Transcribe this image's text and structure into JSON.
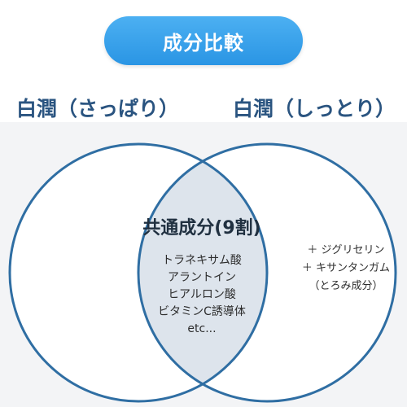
{
  "header": {
    "title": "成分比較"
  },
  "sets": {
    "left": {
      "label": "白潤（さっぱり）"
    },
    "right": {
      "label": "白潤（しっとり）"
    }
  },
  "overlap": {
    "title": "共通成分(9割)",
    "items": [
      "トラネキサム酸",
      "アラントイン",
      "ヒアルロン酸",
      "ビタミンC誘導体",
      "etc..."
    ]
  },
  "right_only": {
    "items": [
      "＋ ジグリセリン",
      "＋ キサンタンガム",
      "（とろみ成分）"
    ]
  },
  "colors": {
    "accent": "#2a95e4",
    "circle_stroke": "#2f6ea3",
    "label_text": "#2a5480",
    "overlap_fill": "#dde4ec",
    "background_tint": "#f3f4f6"
  }
}
